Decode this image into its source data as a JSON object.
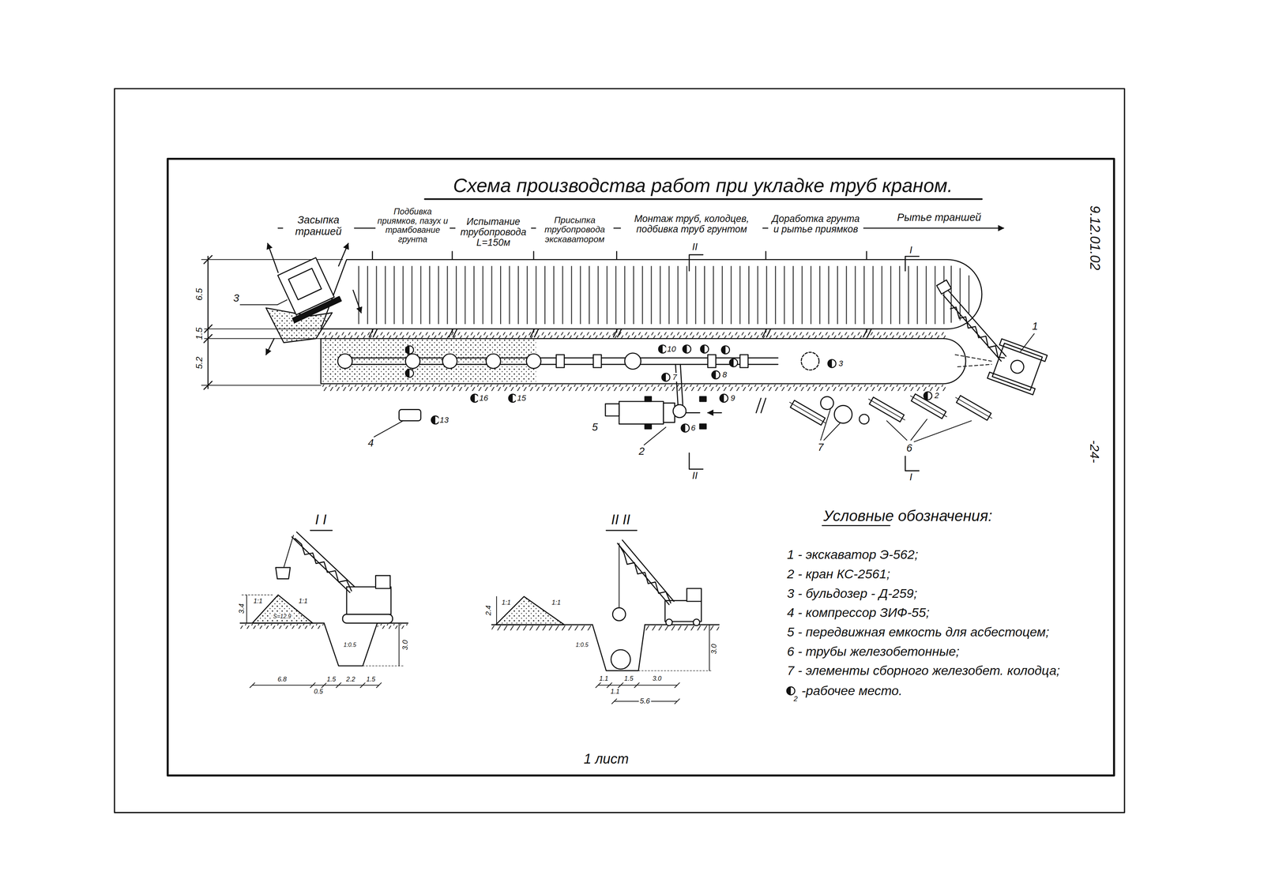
{
  "diagram": {
    "title": "Схема производства работ при укладке труб краном.",
    "labels": [
      "9.12.01.02",
      "-24-",
      "Засыпка траншей",
      "Подбивка приямков, пазух и трамбование грунта",
      "Испытание трубопровода L=150м",
      "Присыпка трубопровода экскаватором",
      "Монтаж труб, колодцев, подбивка труб грунтом",
      "Доработка грунта и рытье приямков",
      "Рытье траншей",
      "6.5",
      "1.5",
      "5.2",
      "3",
      "1",
      "4",
      "5",
      "2",
      "7",
      "6",
      "II",
      "II",
      "I",
      "I",
      "13",
      "16",
      "15",
      "9",
      "6",
      "10",
      "7",
      "8",
      "2",
      "3",
      "I I",
      "3.4",
      "1:1",
      "1:1",
      "S=12.9",
      "1:0.5",
      "3.0",
      "6.8",
      "0.5",
      "1.5",
      "2.2",
      "1.5",
      "II II",
      "2.4",
      "1:1",
      "1:1",
      "1:0.5",
      "3.0",
      "1.1",
      "1.1",
      "1.5",
      "3.0",
      "5.6",
      "Условные обозначения:",
      "2",
      "1 лист"
    ],
    "legend": [
      {
        "text": "1 - экскаватор Э-562;"
      },
      {
        "text": "2 - кран КС-2561;"
      },
      {
        "text": "3 - бульдозер - Д-259;"
      },
      {
        "text": "4 - компрессор ЗИФ-55;"
      },
      {
        "text": "5 - передвижная емкость для асбестоцем;"
      },
      {
        "text": "6 - трубы железобетонные;"
      },
      {
        "text": "7 - элементы сборного железобет. колодца;"
      },
      {
        "text": "-рабочее место."
      }
    ]
  }
}
